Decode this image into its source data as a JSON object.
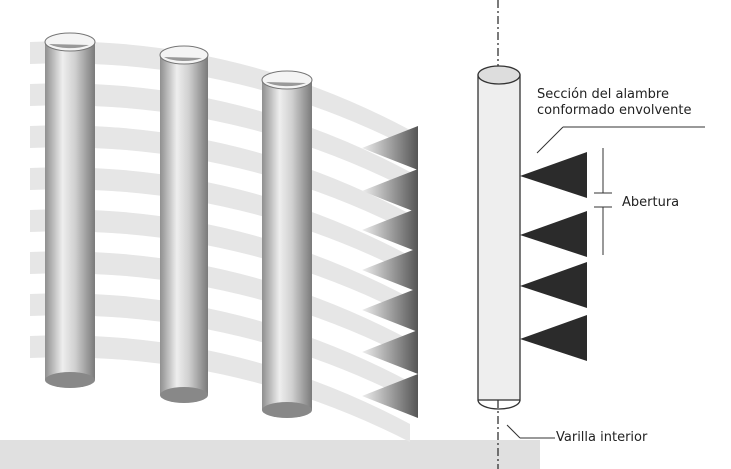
{
  "labels": {
    "section_line1": "Sección del alambre",
    "section_line2": "conformado  envolvente",
    "opening": "Abertura",
    "inner_rod": "Varilla interior"
  },
  "colors": {
    "band": "#e6e6e6",
    "rod": "#c4c4c4",
    "wedge": "#2b2b2b",
    "floor": "#e0e0e0"
  }
}
